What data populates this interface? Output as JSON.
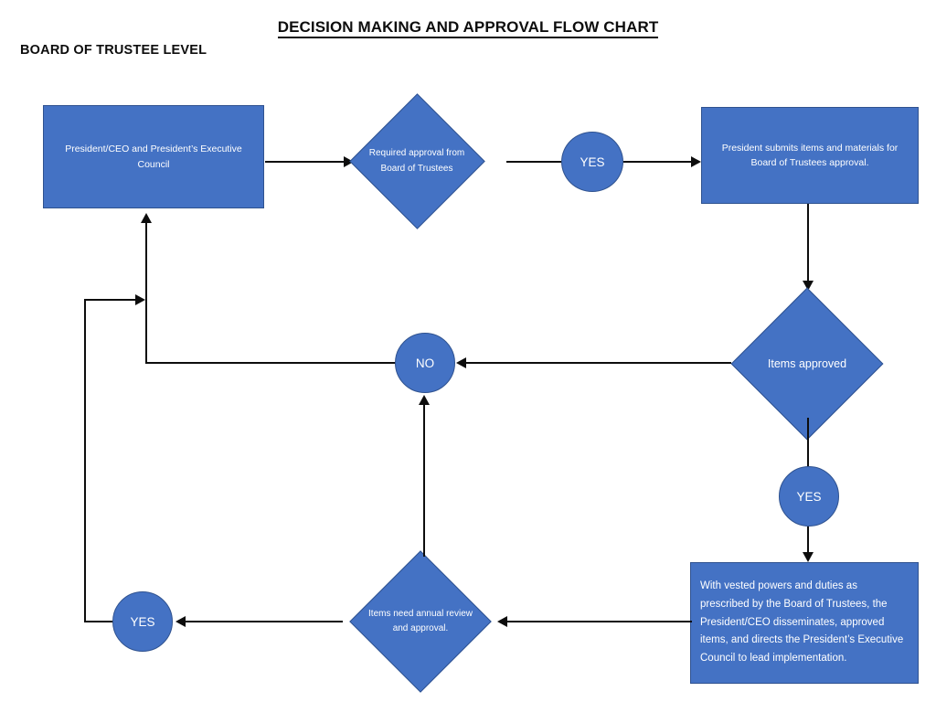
{
  "page": {
    "title": "DECISION MAKING AND APPROVAL FLOW CHART",
    "subtitle": "BOARD OF TRUSTEE LEVEL",
    "shape_fill": "#4472C4",
    "shape_border": "#2f528f",
    "line_color": "#0d0d0d",
    "text_color": "#ffffff",
    "background": "#ffffff"
  },
  "nodes": {
    "process_1": {
      "label": "President/CEO and President’s Executive Council",
      "type": "process"
    },
    "decision_1": {
      "label": "Required approval from Board of Trustees",
      "type": "decision"
    },
    "yes_1": {
      "label": "YES",
      "type": "connector"
    },
    "process_2": {
      "label": "President submits items and materials for Board of Trustees approval.",
      "type": "process"
    },
    "decision_2": {
      "label": "Items approved",
      "type": "decision"
    },
    "no_1": {
      "label": "NO",
      "type": "connector"
    },
    "yes_2": {
      "label": "YES",
      "type": "connector"
    },
    "process_3": {
      "label": "With vested powers and duties as prescribed by the Board of Trustees, the President/CEO disseminates, approved items, and directs the President’s Executive Council to lead implementation.",
      "type": "process"
    },
    "decision_3": {
      "label": "Items need annual review and approval.",
      "type": "decision"
    },
    "yes_3": {
      "label": "YES",
      "type": "connector"
    }
  }
}
